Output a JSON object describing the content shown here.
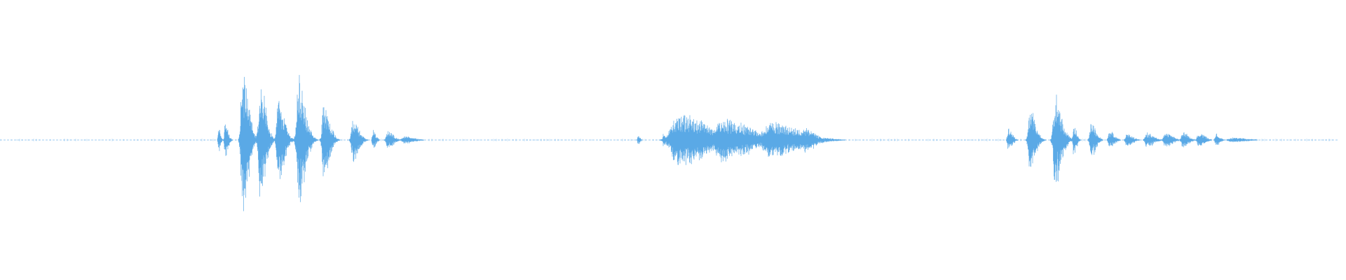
{
  "waveform": {
    "color": "#5aa9e6",
    "baseline_color": "#9fcbf0",
    "total_duration_s": 100,
    "bursts": [
      {
        "name": "burst-1",
        "start_s": 16.5,
        "end_s": 30.5,
        "peak_amplitude": 0.62
      },
      {
        "name": "burst-2",
        "start_s": 48.0,
        "end_s": 61.0,
        "peak_amplitude": 0.22
      },
      {
        "name": "burst-3",
        "start_s": 75.5,
        "end_s": 93.0,
        "peak_amplitude": 0.42
      }
    ],
    "segments": [
      {
        "t": 16.4,
        "a": 0.1,
        "w": 0.2
      },
      {
        "t": 16.9,
        "a": 0.14,
        "w": 0.3
      },
      {
        "t": 18.2,
        "a": 0.62,
        "w": 0.6
      },
      {
        "t": 19.5,
        "a": 0.45,
        "w": 0.6
      },
      {
        "t": 20.9,
        "a": 0.34,
        "w": 0.6
      },
      {
        "t": 22.4,
        "a": 0.49,
        "w": 0.7
      },
      {
        "t": 24.3,
        "a": 0.3,
        "w": 0.6
      },
      {
        "t": 26.5,
        "a": 0.17,
        "w": 0.6
      },
      {
        "t": 28.0,
        "a": 0.08,
        "w": 0.3
      },
      {
        "t": 29.1,
        "a": 0.07,
        "w": 0.6
      },
      {
        "t": 30.4,
        "a": 0.03,
        "w": 1.0
      },
      {
        "t": 47.9,
        "a": 0.04,
        "w": 0.2
      },
      {
        "t": 49.8,
        "a": 0.05,
        "w": 0.2
      },
      {
        "t": 51.0,
        "a": 0.21,
        "w": 3.0
      },
      {
        "t": 54.2,
        "a": 0.17,
        "w": 3.0
      },
      {
        "t": 57.8,
        "a": 0.14,
        "w": 3.0
      },
      {
        "t": 60.4,
        "a": 0.1,
        "w": 1.0
      },
      {
        "t": 75.7,
        "a": 0.09,
        "w": 0.4
      },
      {
        "t": 77.3,
        "a": 0.24,
        "w": 0.6
      },
      {
        "t": 79.2,
        "a": 0.34,
        "w": 0.7
      },
      {
        "t": 80.6,
        "a": 0.13,
        "w": 0.3
      },
      {
        "t": 81.9,
        "a": 0.14,
        "w": 0.5
      },
      {
        "t": 83.3,
        "a": 0.07,
        "w": 0.5
      },
      {
        "t": 84.6,
        "a": 0.05,
        "w": 0.6
      },
      {
        "t": 86.1,
        "a": 0.06,
        "w": 0.7
      },
      {
        "t": 87.5,
        "a": 0.06,
        "w": 0.7
      },
      {
        "t": 88.8,
        "a": 0.06,
        "w": 0.6
      },
      {
        "t": 90.0,
        "a": 0.06,
        "w": 0.6
      },
      {
        "t": 91.3,
        "a": 0.05,
        "w": 0.4
      },
      {
        "t": 92.5,
        "a": 0.02,
        "w": 1.5
      }
    ]
  }
}
